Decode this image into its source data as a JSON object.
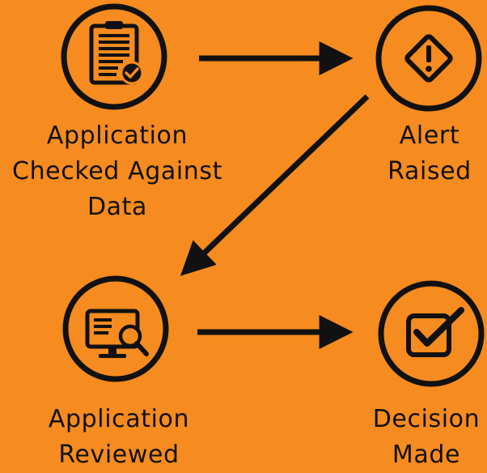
{
  "colors": {
    "background": "#f68b1f",
    "ink": "#111111"
  },
  "nodes": {
    "checked": {
      "icon": "clipboard-check-icon",
      "label": [
        "Application",
        "Checked Against",
        "Data"
      ]
    },
    "alert": {
      "icon": "warning-diamond-icon",
      "label": [
        "Alert",
        "Raised"
      ]
    },
    "reviewed": {
      "icon": "monitor-search-icon",
      "label": [
        "Application",
        "Reviewed"
      ]
    },
    "decision": {
      "icon": "checkbox-check-icon",
      "label": [
        "Decision",
        "Made"
      ]
    }
  },
  "edges": [
    {
      "from": "checked",
      "to": "alert"
    },
    {
      "from": "alert",
      "to": "reviewed"
    },
    {
      "from": "reviewed",
      "to": "decision"
    }
  ]
}
